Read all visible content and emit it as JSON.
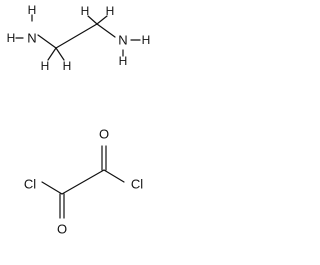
{
  "molecules": [
    {
      "id": "ethylenediamine",
      "atoms": {
        "n1": "N",
        "h_n1_a": "H",
        "h_n1_b": "H",
        "h_c1_a": "H",
        "h_c1_b": "H",
        "h_c2_a": "H",
        "h_c2_b": "H",
        "n2": "N",
        "h_n2_a": "H",
        "h_n2_b": "H"
      }
    },
    {
      "id": "oxalyl-chloride",
      "atoms": {
        "cl1": "Cl",
        "o1": "O",
        "o2": "O",
        "cl2": "Cl"
      }
    }
  ],
  "colors": {
    "line": "#111111",
    "background": "#ffffff"
  }
}
